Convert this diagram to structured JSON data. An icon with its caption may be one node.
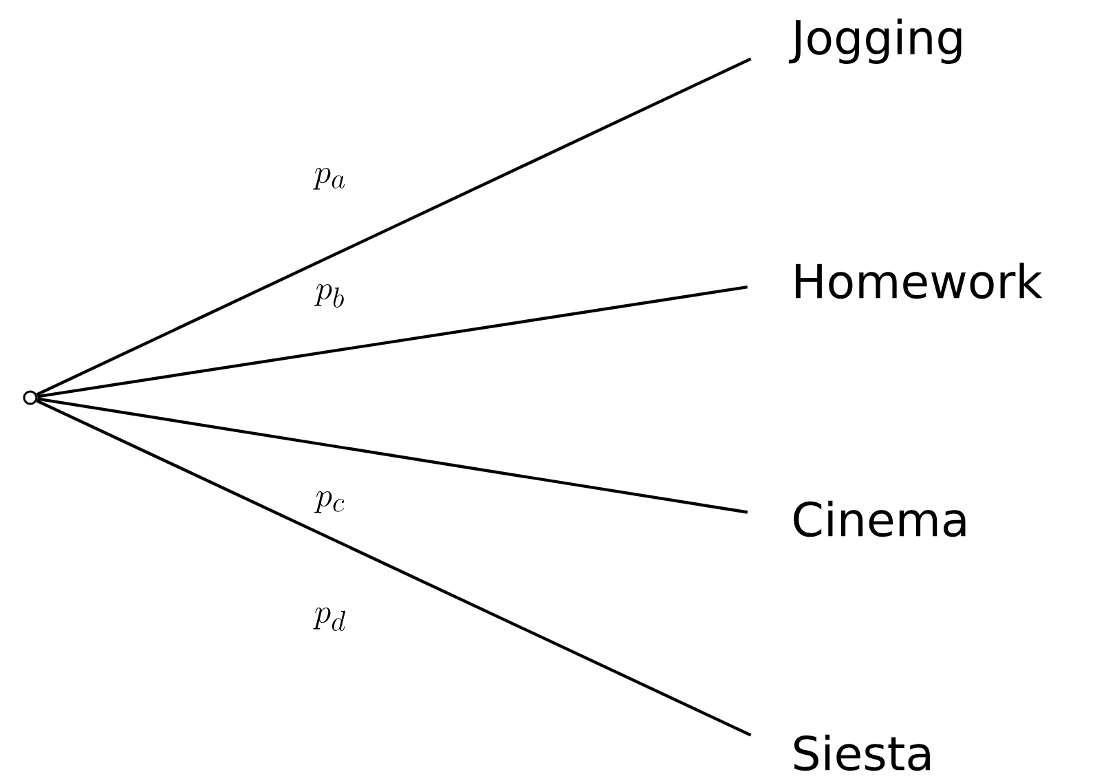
{
  "diagram": {
    "nodes": [
      {
        "text": [],
        "shape": "circle"
      },
      {
        "text": [
          "Jogging"
        ]
      },
      {
        "text": [
          "Homework"
        ]
      },
      {
        "text": [
          "Cinema"
        ]
      },
      {
        "text": [
          "Siesta"
        ]
      }
    ],
    "edges": [
      {
        "from": 0,
        "to": 1,
        "arrow": "none",
        "label": "p_a"
      },
      {
        "from": 0,
        "to": 2,
        "arrow": "none",
        "label": "p_b"
      },
      {
        "from": 0,
        "to": 3,
        "arrow": "none",
        "label": "p_c"
      },
      {
        "from": 0,
        "to": 4,
        "arrow": "none",
        "label": "p_d"
      }
    ]
  }
}
